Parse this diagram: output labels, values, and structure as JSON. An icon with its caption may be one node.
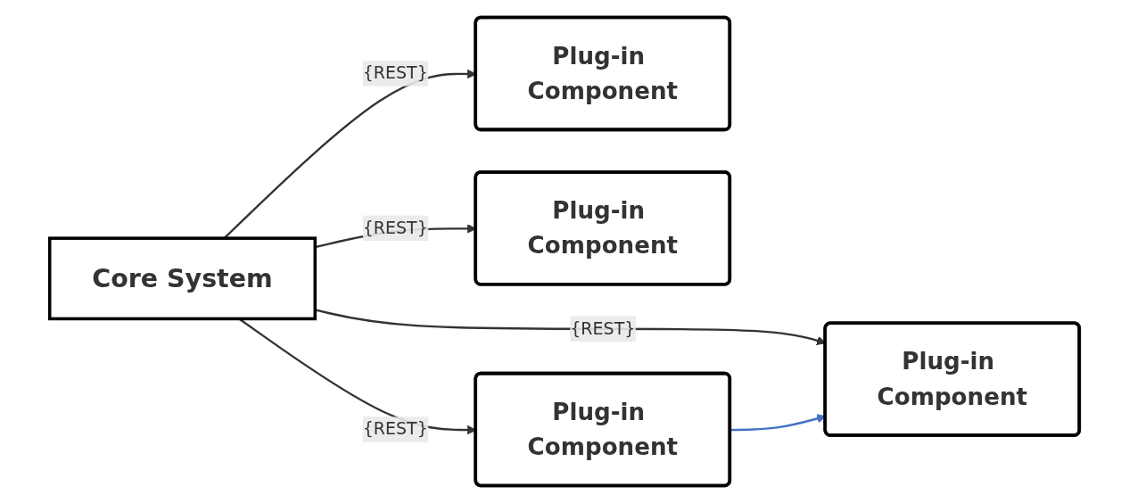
{
  "diagram": {
    "nodes": [
      {
        "text": [
          "Plug-in Component"
        ]
      },
      {
        "text": [
          "Plug-in Component"
        ]
      },
      {
        "text": [
          "Core System"
        ]
      },
      {
        "text": [
          "Plug-in Component"
        ]
      },
      {
        "text": [
          "Plug-in Component"
        ]
      }
    ],
    "edges": [
      {
        "from": 2,
        "to": 0,
        "arrow": "to",
        "label": "{REST}"
      },
      {
        "from": 2,
        "to": 1,
        "arrow": "to",
        "label": "{REST}"
      },
      {
        "from": 2,
        "to": 3,
        "arrow": "to",
        "label": "{REST}"
      },
      {
        "from": 2,
        "to": 4,
        "arrow": "to",
        "label": "{REST}"
      },
      {
        "from": 3,
        "to": 4,
        "arrow": "to",
        "color": "#4472c4"
      }
    ]
  }
}
